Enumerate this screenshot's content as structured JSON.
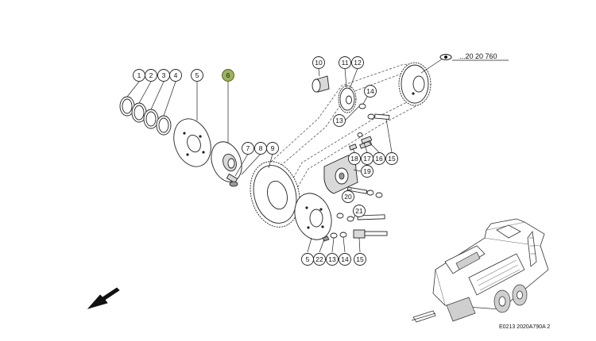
{
  "diagram": {
    "reference": "...20 20 760",
    "drawing_id": "E0213 2020A790A 2",
    "highlighted_callout": "6",
    "callouts": [
      {
        "id": "c1",
        "label": "1"
      },
      {
        "id": "c2",
        "label": "2"
      },
      {
        "id": "c3",
        "label": "3"
      },
      {
        "id": "c4",
        "label": "4"
      },
      {
        "id": "c5a",
        "label": "5"
      },
      {
        "id": "c6",
        "label": "6"
      },
      {
        "id": "c7",
        "label": "7"
      },
      {
        "id": "c8",
        "label": "8"
      },
      {
        "id": "c9",
        "label": "9"
      },
      {
        "id": "c10",
        "label": "10"
      },
      {
        "id": "c11",
        "label": "11"
      },
      {
        "id": "c12",
        "label": "12"
      },
      {
        "id": "c13a",
        "label": "13"
      },
      {
        "id": "c14a",
        "label": "14"
      },
      {
        "id": "c15a",
        "label": "15"
      },
      {
        "id": "c16",
        "label": "16"
      },
      {
        "id": "c17",
        "label": "17"
      },
      {
        "id": "c18",
        "label": "18"
      },
      {
        "id": "c19",
        "label": "19"
      },
      {
        "id": "c20",
        "label": "20"
      },
      {
        "id": "c21",
        "label": "21"
      },
      {
        "id": "c5b",
        "label": "5"
      },
      {
        "id": "c22",
        "label": "22"
      },
      {
        "id": "c13b",
        "label": "13"
      },
      {
        "id": "c14b",
        "label": "14"
      },
      {
        "id": "c15b",
        "label": "15"
      }
    ]
  }
}
